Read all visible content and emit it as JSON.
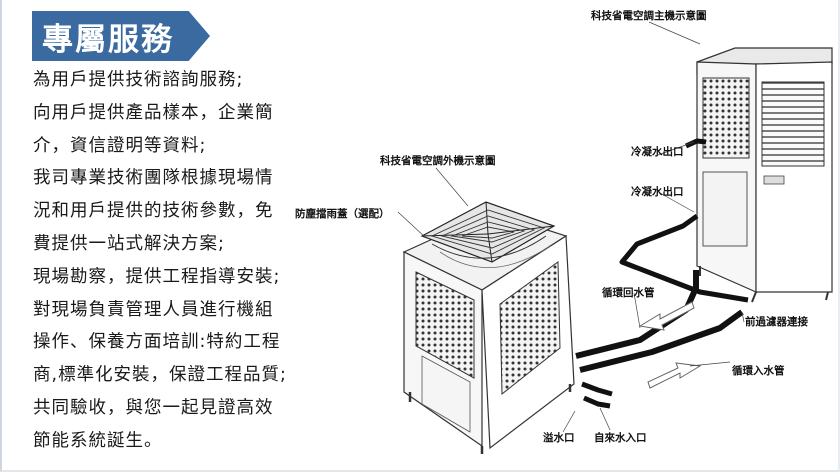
{
  "title": "專屬服務",
  "description_lines": [
    "為用戶提供技術諮詢服務;",
    "向用戶提供產品樣本，企業簡",
    "介，資信證明等資料;",
    "我司專業技術團隊根據現場情",
    "況和用戶提供的技術參數，免",
    "費提供一站式解決方案;",
    "現場勘察，提供工程指導安裝;",
    "對現場負責管理人員進行機組",
    "操作、保養方面培訓:特約工程",
    "商,標準化安裝，保證工程品質;",
    "共同驗收，與您一起見證高效",
    "節能系統誕生。"
  ],
  "diagram_labels": {
    "main_unit": "科技省電空調主機示意圖",
    "outdoor_unit": "科技省電空調外機示意圖",
    "rain_cover": "防塵擋雨蓋（選配）",
    "condensate_outlet_1": "冷凝水出口",
    "condensate_outlet_2": "冷凝水出口",
    "return_pipe": "循環回水管",
    "pre_filter": "前過濾器連接",
    "supply_pipe": "循環入水管",
    "overflow": "溢水口",
    "water_inlet": "自來水入口"
  },
  "colors": {
    "title_bg": "#3a6aa0",
    "title_text": "#ffffff",
    "pipe": "#111111"
  }
}
